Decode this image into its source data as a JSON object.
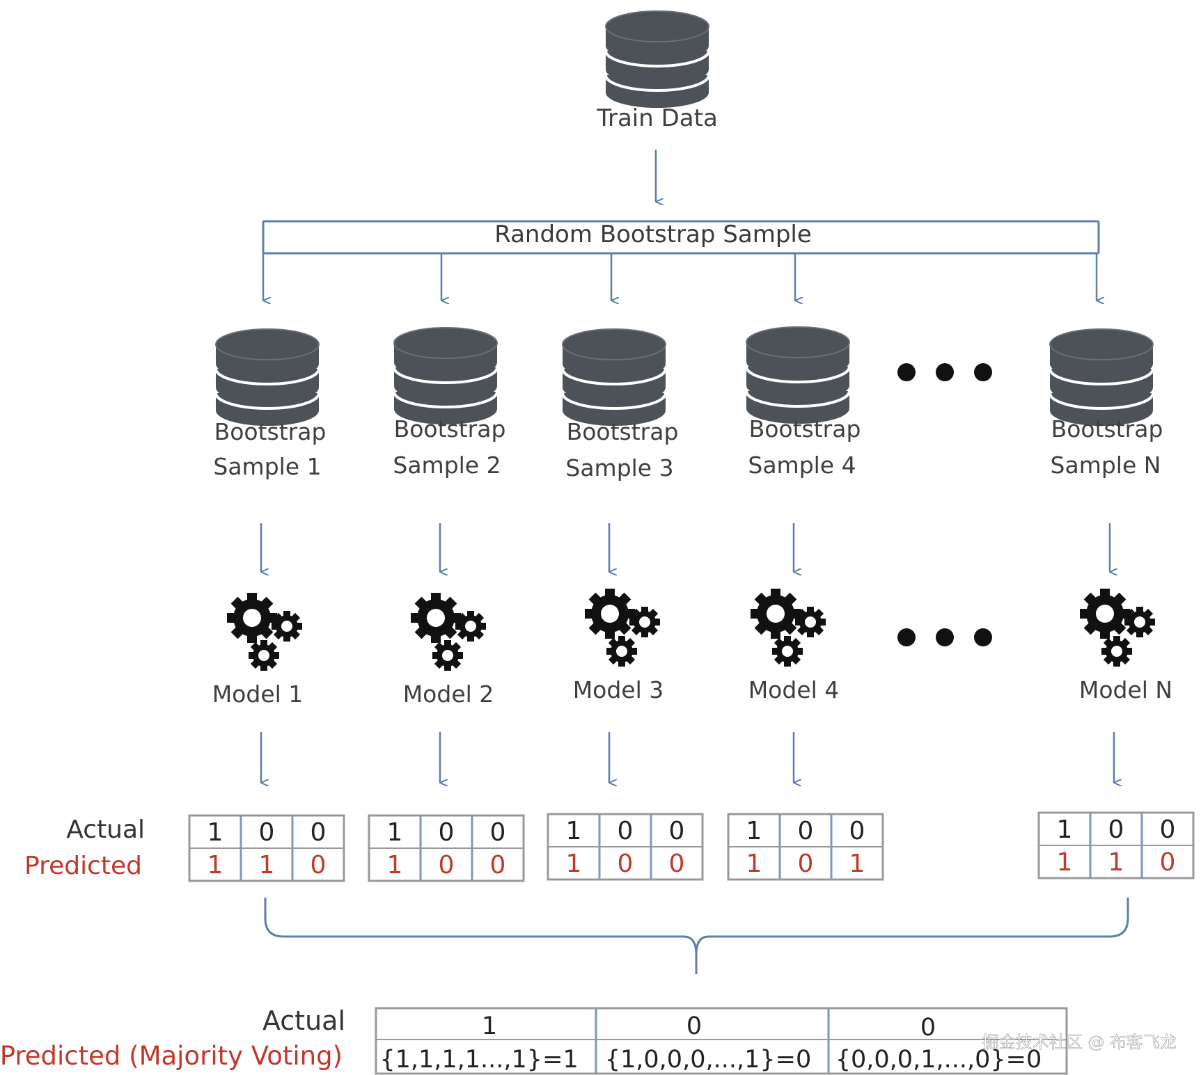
{
  "colors": {
    "arrow": "#5b7fae",
    "cylinder": "#4d5258",
    "red": "#c0392b",
    "grid_border": "#999999",
    "grid_divider": "#7a98c0"
  },
  "train_data": {
    "label": "Train Data"
  },
  "bootstrap_label": "Random  Bootstrap  Sample",
  "samples": [
    {
      "line1": "Bootstrap",
      "line2": "Sample 1",
      "model": "Model  1",
      "actual": [
        "1",
        "0",
        "0"
      ],
      "predicted": [
        "1",
        "1",
        "0"
      ]
    },
    {
      "line1": "Bootstrap",
      "line2": "Sample 2",
      "model": "Model  2",
      "actual": [
        "1",
        "0",
        "0"
      ],
      "predicted": [
        "1",
        "0",
        "0"
      ]
    },
    {
      "line1": "Bootstrap",
      "line2": "Sample 3",
      "model": "Model  3",
      "actual": [
        "1",
        "0",
        "0"
      ],
      "predicted": [
        "1",
        "0",
        "0"
      ]
    },
    {
      "line1": "Bootstrap",
      "line2": "Sample 4",
      "model": "Model  4",
      "actual": [
        "1",
        "0",
        "0"
      ],
      "predicted": [
        "1",
        "0",
        "1"
      ]
    },
    {
      "line1": "Bootstrap",
      "line2": "Sample N",
      "model": "Model  N",
      "actual": [
        "1",
        "0",
        "0"
      ],
      "predicted": [
        "1",
        "1",
        "0"
      ]
    }
  ],
  "row_labels": {
    "actual": "Actual",
    "predicted": "Predicted"
  },
  "final": {
    "actual_label": "Actual",
    "predicted_label": "Predicted (Majority Voting)",
    "actual": [
      "1",
      "0",
      "0"
    ],
    "predicted": [
      "{1,1,1,1...,1}=1",
      "{1,0,0,0,...,1}=0",
      "{0,0,0,1,...,0}=0"
    ]
  },
  "watermark": "掘金技术社区 @ 布客飞龙",
  "icons": {
    "database": "database-icon",
    "gears": "gears-icon",
    "ellipsis": "ellipsis-icon"
  }
}
